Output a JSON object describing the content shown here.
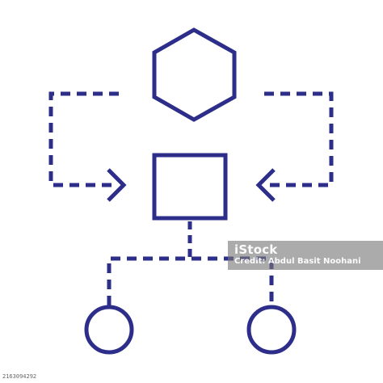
{
  "icon": {
    "color": "#2d2d8a",
    "shapes": [
      "hexagon",
      "square",
      "circle",
      "circle"
    ],
    "connectors": [
      "dashed-arrow-left-in",
      "dashed-arrow-right-in",
      "dashed-branch-down"
    ]
  },
  "watermark": {
    "brand": "iStock",
    "credit": "Credit: Abdul Basit Noohani"
  },
  "stock_id": "2163094292"
}
